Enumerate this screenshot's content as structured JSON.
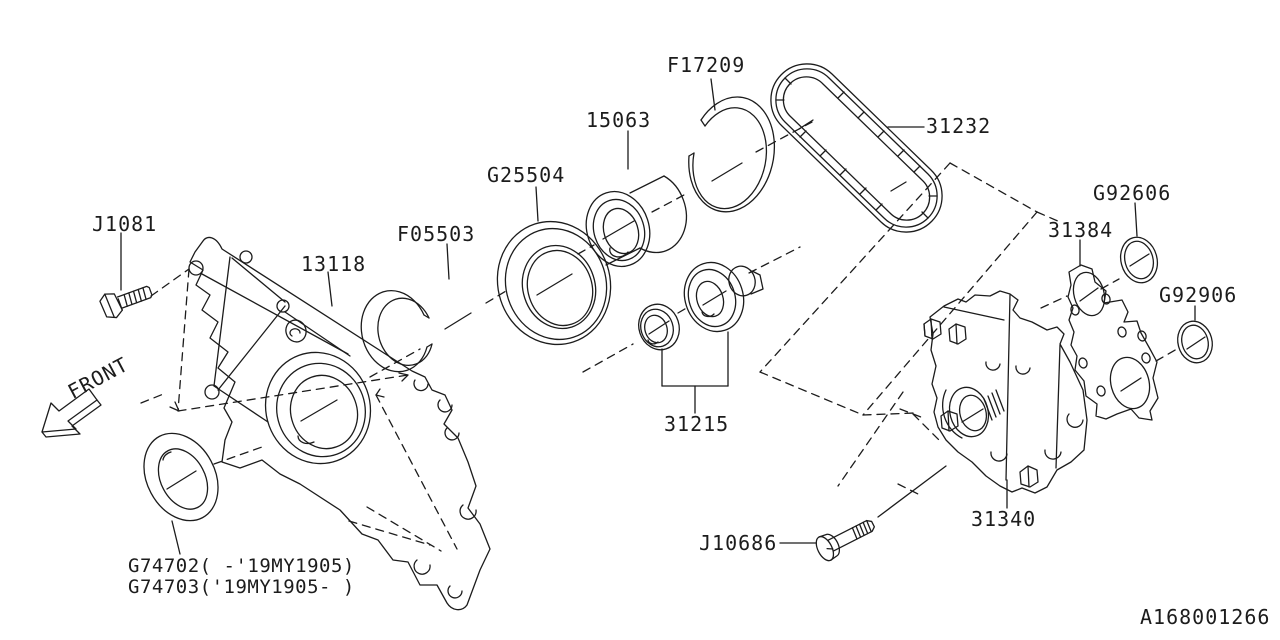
{
  "diagram_title": "Automatic transmission oil pump exploded parts diagram",
  "background": "#ffffff",
  "line_color": "#1c1c1c",
  "labels": {
    "j1081": "J1081",
    "p13118": "13118",
    "front": "FRONT",
    "g74702": "G74702( -'19MY1905)",
    "g74703": "G74703('19MY1905- )",
    "f05503": "F05503",
    "g25504": "G25504",
    "p15063": "15063",
    "f17209": "F17209",
    "p31232": "31232",
    "p31215": "31215",
    "j10686": "J10686",
    "p31340": "31340",
    "p31384": "31384",
    "g92606": "G92606",
    "g92906": "G92906",
    "figure_id": "A168001266"
  }
}
